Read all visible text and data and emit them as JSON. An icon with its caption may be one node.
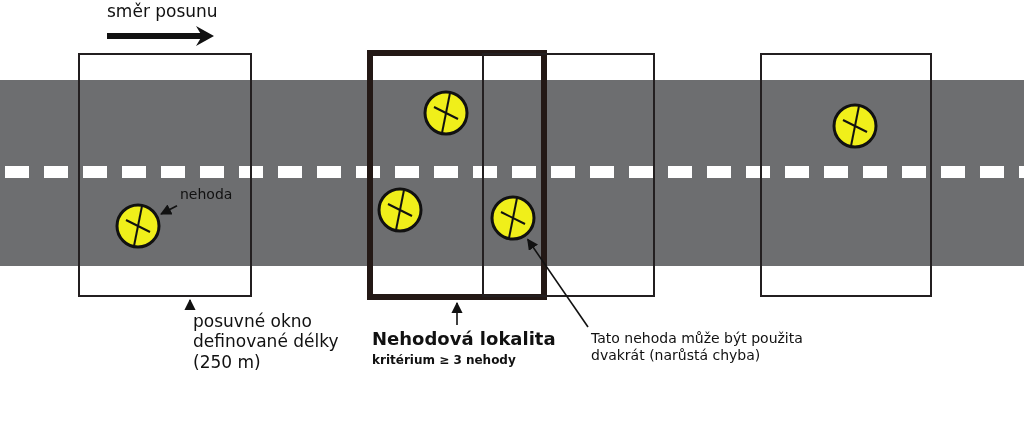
{
  "diagram": {
    "nodes": [
      {
        "text": [],
        "shape": "box"
      },
      {
        "text": [],
        "shape": "circle",
        "in": 0
      },
      {
        "text": [
          "nehoda"
        ],
        "in": 0
      },
      {
        "text": [],
        "shape": "box"
      },
      {
        "text": [],
        "shape": "circle",
        "in": 3
      },
      {
        "text": [],
        "shape": "circle",
        "in": 3
      },
      {
        "text": [],
        "shape": "box"
      },
      {
        "text": [],
        "shape": "circle"
      },
      {
        "text": [],
        "shape": "box"
      },
      {
        "text": [],
        "shape": "circle",
        "in": 8
      },
      {
        "text": [
          "posuvné okno definované délky (250 m)"
        ]
      },
      {
        "text": [
          "Nehodová lokalita",
          "kritérium ≥ 3 nehody"
        ]
      },
      {
        "text": [
          "Tato nehoda může být použita dvakrát (narůstá chyba)"
        ]
      }
    ],
    "edges": [
      {
        "from": 2,
        "to": 1,
        "arrow": "to"
      },
      {
        "from": 10,
        "to": 0,
        "arrow": "to"
      },
      {
        "from": 11,
        "to": 3,
        "arrow": "to"
      },
      {
        "from": 12,
        "to": 7,
        "arrow": "to"
      }
    ],
    "labels": [
      "směr posunu"
    ]
  }
}
